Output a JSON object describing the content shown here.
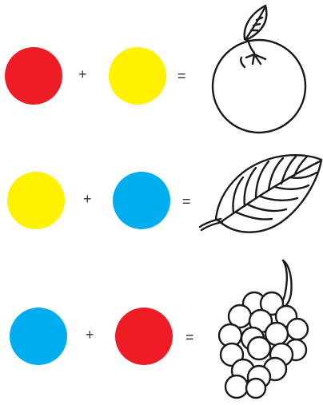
{
  "colors": {
    "red": "#ee1c25",
    "yellow": "#fff200",
    "blue": "#00adef"
  },
  "equations": [
    {
      "left": "red",
      "right": "yellow",
      "plus": "+",
      "equals": "=",
      "result_icon": "orange-icon"
    },
    {
      "left": "yellow",
      "right": "blue",
      "plus": "+",
      "equals": "=",
      "result_icon": "leaf-icon"
    },
    {
      "left": "blue",
      "right": "red",
      "plus": "+",
      "equals": "=",
      "result_icon": "grapes-icon"
    }
  ]
}
